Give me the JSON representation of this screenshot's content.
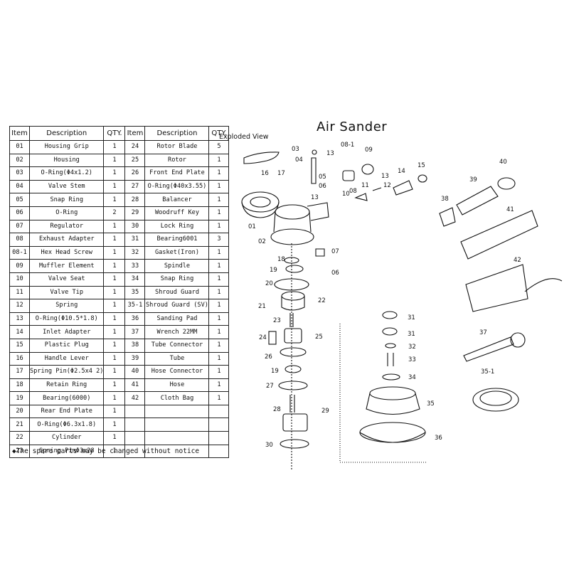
{
  "title": "Air Sander",
  "subtitle": "Exploded View",
  "notice": "◆The spare parts may be changed without notice",
  "table": {
    "headers": [
      "Item",
      "Description",
      "QTY.",
      "Item",
      "Description",
      "QTY."
    ],
    "rows": [
      [
        "01",
        "Housing Grip",
        "1",
        "24",
        "Rotor Blade",
        "5"
      ],
      [
        "02",
        "Housing",
        "1",
        "25",
        "Rotor",
        "1"
      ],
      [
        "03",
        "O-Ring(Φ4x1.2)",
        "1",
        "26",
        "Front End Plate",
        "1"
      ],
      [
        "04",
        "Valve Stem",
        "1",
        "27",
        "O-Ring(Φ40x3.55)",
        "1"
      ],
      [
        "05",
        "Snap Ring",
        "1",
        "28",
        "Balancer",
        "1"
      ],
      [
        "06",
        "O-Ring",
        "2",
        "29",
        "Woodruff Key",
        "1"
      ],
      [
        "07",
        "Regulator",
        "1",
        "30",
        "Lock Ring",
        "1"
      ],
      [
        "08",
        "Exhaust Adapter",
        "1",
        "31",
        "Bearing6001",
        "3"
      ],
      [
        "08-1",
        "Hex Head Screw",
        "1",
        "32",
        "Gasket(Iron)",
        "1"
      ],
      [
        "09",
        "Muffler Element",
        "1",
        "33",
        "Spindle",
        "1"
      ],
      [
        "10",
        "Valve Seat",
        "1",
        "34",
        "Snap Ring",
        "1"
      ],
      [
        "11",
        "Valve Tip",
        "1",
        "35",
        "Shroud Guard",
        "1"
      ],
      [
        "12",
        "Spring",
        "1",
        "35-1",
        "Shroud Guard (SV)",
        "1"
      ],
      [
        "13",
        "O-Ring(Φ10.5*1.8)",
        "1",
        "36",
        "Sanding Pad",
        "1"
      ],
      [
        "14",
        "Inlet Adapter",
        "1",
        "37",
        "Wrench 22MM",
        "1"
      ],
      [
        "15",
        "Plastic Plug",
        "1",
        "38",
        "Tube Connector",
        "1"
      ],
      [
        "16",
        "Handle Lever",
        "1",
        "39",
        "Tube",
        "1"
      ],
      [
        "17",
        "Spring Pin(Φ2.5x4 2)",
        "1",
        "40",
        "Hose Connector",
        "1"
      ],
      [
        "18",
        "Retain Ring",
        "1",
        "41",
        "Hose",
        "1"
      ],
      [
        "19",
        "Bearing(6000)",
        "1",
        "42",
        "Cloth Bag",
        "1"
      ],
      [
        "20",
        "Rear End Plate",
        "1",
        "",
        "",
        ""
      ],
      [
        "21",
        "O-Ring(Φ6.3x1.8)",
        "1",
        "",
        "",
        ""
      ],
      [
        "22",
        "Cylinder",
        "1",
        "",
        "",
        ""
      ],
      [
        "23",
        "Spring PinΦ3x28",
        "1",
        "",
        "",
        ""
      ]
    ]
  },
  "callouts": [
    "03",
    "04",
    "13",
    "08-1",
    "09",
    "16",
    "17",
    "05",
    "06",
    "13",
    "08",
    "10",
    "11",
    "12",
    "13",
    "14",
    "15",
    "40",
    "39",
    "38",
    "41",
    "01",
    "02",
    "07",
    "18",
    "06",
    "19",
    "20",
    "42",
    "21",
    "22",
    "23",
    "31",
    "31",
    "24",
    "25",
    "32",
    "26",
    "33",
    "37",
    "19",
    "34",
    "27",
    "35-1",
    "28",
    "29",
    "35",
    "30",
    "36"
  ]
}
